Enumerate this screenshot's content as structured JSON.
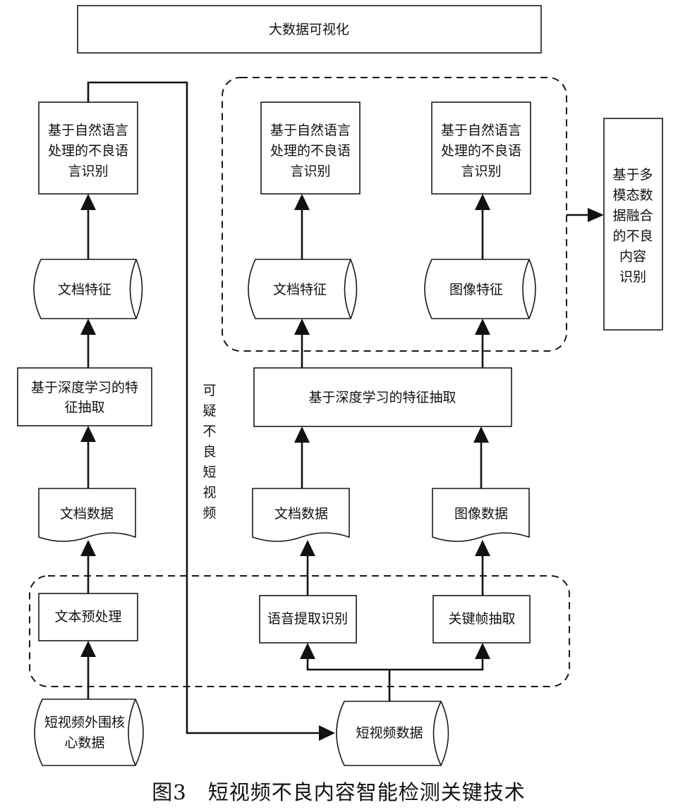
{
  "top_box": "大数据可视化",
  "left_column": {
    "nlp_line1": "基于自然语言",
    "nlp_line2": "处理的不良语",
    "nlp_line3": "言识别",
    "doc_feature": "文档特征",
    "dl_line1": "基于深度学习的特",
    "dl_line2": "征抽取",
    "doc_data": "文档数据",
    "preprocess": "文本预处理",
    "source_line1": "短视频外围核",
    "source_line2": "心数据"
  },
  "middle_column": {
    "nlp_line1": "基于自然语言",
    "nlp_line2": "处理的不良语",
    "nlp_line3": "言识别",
    "doc_feature": "文档特征",
    "doc_data": "文档数据",
    "speech": "语音提取识别"
  },
  "right_column": {
    "nlp_line1": "基于自然语言",
    "nlp_line2": "处理的不良语",
    "nlp_line3": "言识别",
    "img_feature": "图像特征",
    "img_data": "图像数据",
    "keyframe": "关键帧抽取"
  },
  "shared_dl": "基于深度学习的特征抽取",
  "fusion": {
    "line1": "基于多",
    "line2": "模态数",
    "line3": "据融合",
    "line4": "的不良",
    "line5": "内容",
    "line6": "识别"
  },
  "suspicious_label": [
    "可",
    "疑",
    "不",
    "良",
    "短",
    "视",
    "频"
  ],
  "video_data": "短视频数据",
  "caption": "图3　短视频不良内容智能检测关键技术"
}
